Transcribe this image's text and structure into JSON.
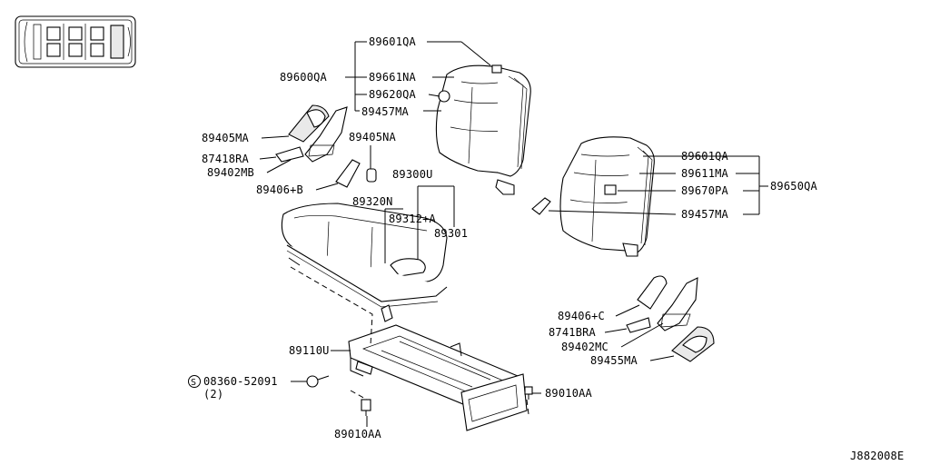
{
  "diagram": {
    "reference_code": "J882008E",
    "labels": {
      "p89601QA_top": "89601QA",
      "p89600QA": "89600QA",
      "p89661NA": "89661NA",
      "p89620QA": "89620QA",
      "p89457MA_top": "89457MA",
      "p89405MA": "89405MA",
      "p87418RA": "87418RA",
      "p89402MB": "89402MB",
      "p89405NA": "89405NA",
      "p89406B": "89406+B",
      "p89300U": "89300U",
      "p89320N": "89320N",
      "p89312A": "89312+A",
      "p89301": "89301",
      "p89601QA_right": "89601QA",
      "p89611MA": "89611MA",
      "p89670PA": "89670PA",
      "p89650QA": "89650QA",
      "p89457MA_right": "89457MA",
      "p89406C": "89406+C",
      "p8741BRA": "8741BRA",
      "p89402MC": "89402MC",
      "p89455MA": "89455MA",
      "p89110U": "89110U",
      "bolt_code": "08360-52091",
      "bolt_symbol": "S",
      "bolt_qty": "(2)",
      "p89010AA_right": "89010AA",
      "p89010AA_bottom": "89010AA"
    }
  }
}
